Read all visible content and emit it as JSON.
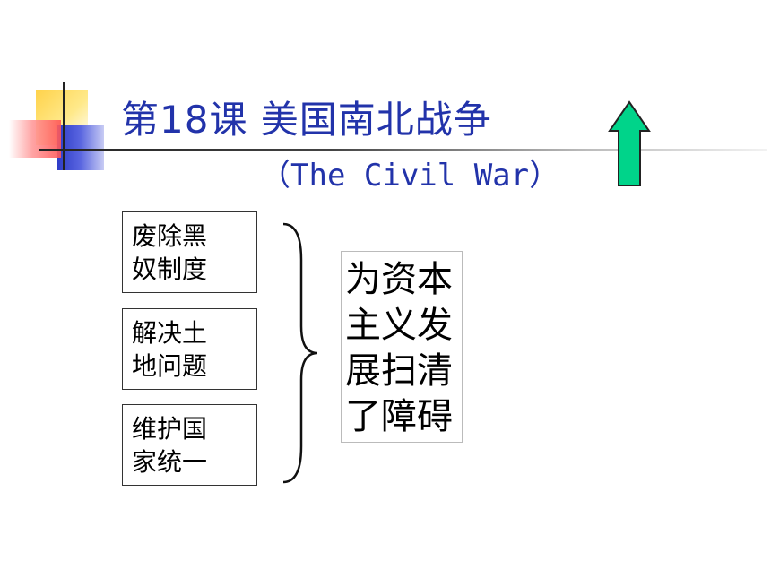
{
  "slide": {
    "title": "第18课   美国南北战争",
    "subtitle": "（The Civil War）"
  },
  "causes": [
    {
      "line1": "废除黑",
      "line2": "奴制度"
    },
    {
      "line1": "解决土",
      "line2": "地问题"
    },
    {
      "line1": "维护国",
      "line2": "家统一"
    }
  ],
  "result": {
    "lines": [
      "为资本",
      "主义发",
      "展扫清",
      "了障碍"
    ]
  },
  "colors": {
    "title": "#2233aa",
    "arrow_fill": "#00d48a",
    "logo_yellow": "#ffd24a",
    "logo_blue": "#2e3cc8",
    "logo_red": "#ff5555"
  },
  "icons": {
    "logo": "decorative-squares-icon",
    "arrow": "up-arrow-icon",
    "brace": "right-brace-icon"
  }
}
